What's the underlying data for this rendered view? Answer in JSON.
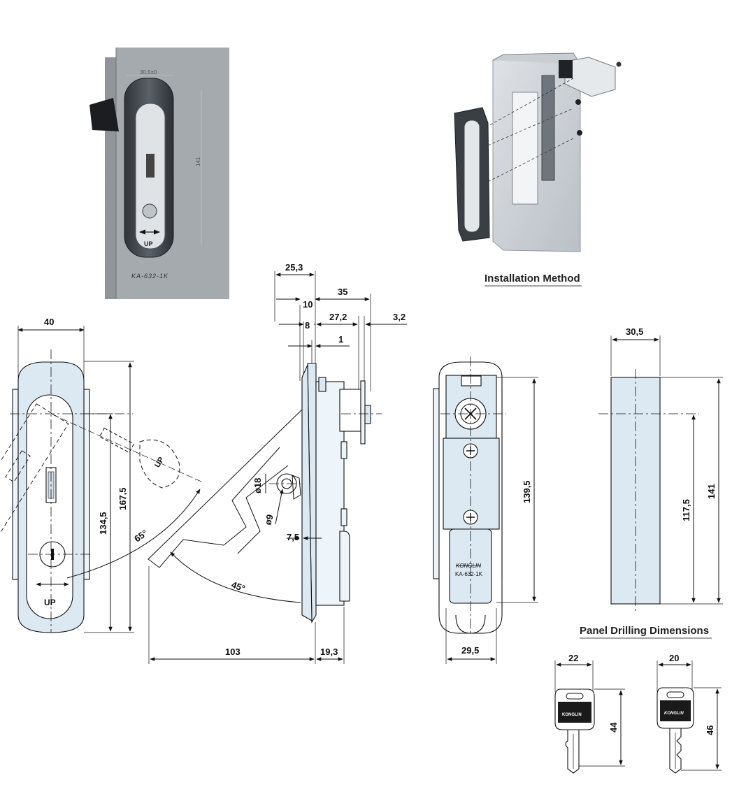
{
  "captions": {
    "installation": "Installation Method",
    "panel_drilling": "Panel Drilling Dimensions"
  },
  "photo": {
    "model": "KA-632-1K",
    "front_text": "UP",
    "dim_hint_width": "30,5±0",
    "dim_hint_height": "141"
  },
  "front_view": {
    "width": "40",
    "height_total": "167,5",
    "height_handle": "134,5",
    "angle": "65°",
    "text": "UP"
  },
  "side_view": {
    "d_25_3": "25,3",
    "d_10": "10",
    "d_8": "8",
    "d_1": "1",
    "d_35": "35",
    "d_27_2": "27,2",
    "d_3_2": "3,2",
    "d_18": "ø18",
    "d_9": "ø9",
    "d_7_5": "7,5",
    "angle": "45°",
    "d_103": "103",
    "d_19_3": "19,3"
  },
  "rear_view": {
    "height": "139,5",
    "width": "29,5",
    "label_brand": "KONGLIN",
    "label_model": "KA-632-1K"
  },
  "cutout": {
    "width": "30,5",
    "height": "141",
    "offset": "117,5"
  },
  "keys": {
    "key1_width": "22",
    "key1_height": "44",
    "key1_brand": "KONGLIN",
    "key2_width": "20",
    "key2_height": "46",
    "key2_brand": "KONGLIN"
  }
}
